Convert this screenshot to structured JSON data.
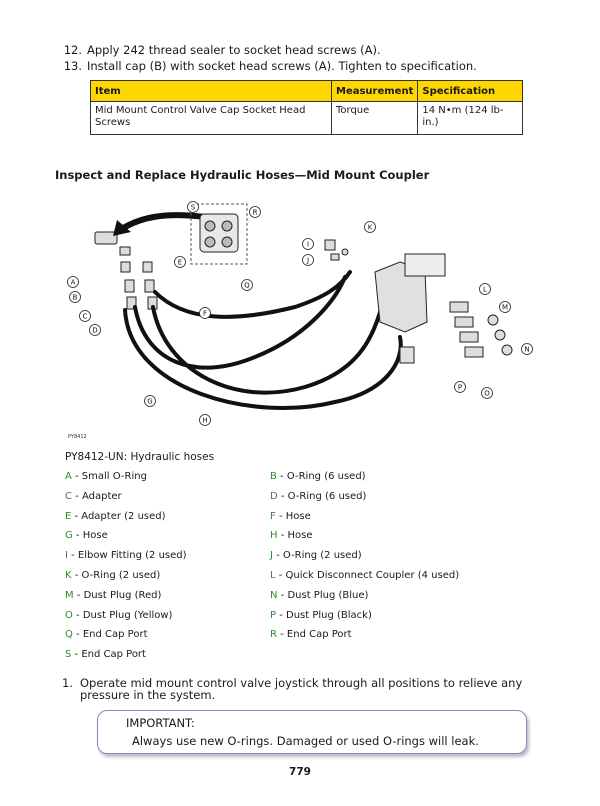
{
  "steps": [
    {
      "num": "12.",
      "text": "Apply 242 thread sealer to socket head screws (A)."
    },
    {
      "num": "13.",
      "text": "Install cap (B) with socket head screws (A). Tighten to specification."
    }
  ],
  "spec_table": {
    "headers": [
      "Item",
      "Measurement",
      "Specification"
    ],
    "rows": [
      [
        "Mid Mount Control Valve Cap Socket Head Screws",
        "Torque",
        "14 N•m (124 lb-in.)"
      ]
    ]
  },
  "section_title": "Inspect and Replace Hydraulic Hoses—Mid Mount Coupler",
  "figure": {
    "id": "PY8412",
    "callout_letters": [
      "S",
      "R",
      "Q",
      "K",
      "I",
      "J",
      "A",
      "B",
      "C",
      "D",
      "E",
      "F",
      "G",
      "H",
      "L",
      "M",
      "N",
      "O",
      "P"
    ],
    "caption": "PY8412-UN: Hydraulic hoses"
  },
  "legend": [
    {
      "letter": "A",
      "text": " - Small O-Ring"
    },
    {
      "letter": "B",
      "text": " - O-Ring (6 used)"
    },
    {
      "letter": "C",
      "text": " - Adapter"
    },
    {
      "letter": "D",
      "text": " - O-Ring (6 used)"
    },
    {
      "letter": "E",
      "text": " - Adapter (2 used)"
    },
    {
      "letter": "F",
      "text": " - Hose"
    },
    {
      "letter": "G",
      "text": " - Hose"
    },
    {
      "letter": "H",
      "text": " - Hose"
    },
    {
      "letter": "I",
      "text": " - Elbow Fitting (2 used)"
    },
    {
      "letter": "J",
      "text": " - O-Ring (2 used)"
    },
    {
      "letter": "K",
      "text": " - O-Ring (2 used)"
    },
    {
      "letter": "L",
      "text": " - Quick Disconnect Coupler (4 used)"
    },
    {
      "letter": "M",
      "text": " - Dust Plug (Red)"
    },
    {
      "letter": "N",
      "text": " - Dust Plug (Blue)"
    },
    {
      "letter": "O",
      "text": " - Dust Plug (Yellow)"
    },
    {
      "letter": "P",
      "text": " - Dust Plug (Black)"
    },
    {
      "letter": "Q",
      "text": " - End Cap Port"
    },
    {
      "letter": "R",
      "text": " - End Cap Port"
    },
    {
      "letter": "S",
      "text": " - End Cap Port"
    }
  ],
  "operation_step": {
    "num": "1.",
    "text": "Operate mid mount control valve joystick through all positions to relieve any pressure in the system."
  },
  "important": {
    "title": "IMPORTANT:",
    "text": "Always use new O-rings. Damaged or used O-rings will leak."
  },
  "page_number": "779",
  "colors": {
    "table_header": "#ffd700",
    "legend_letter": "#2e8b2e"
  }
}
